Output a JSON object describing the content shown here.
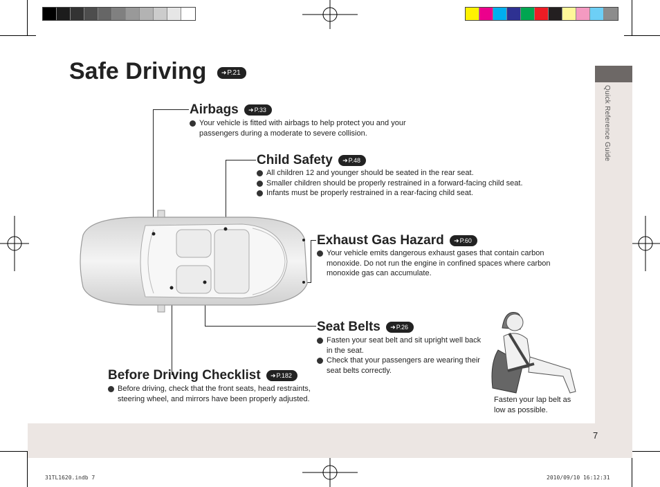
{
  "calibration": {
    "gray_swatches": [
      "#000000",
      "#1c1c1c",
      "#333333",
      "#4d4d4d",
      "#666666",
      "#808080",
      "#999999",
      "#b3b3b3",
      "#cccccc",
      "#e6e6e6",
      "#ffffff"
    ],
    "color_swatches": [
      "#fff200",
      "#ec008c",
      "#00aeef",
      "#2e3192",
      "#00a651",
      "#ed1c24",
      "#231f20",
      "#fff799",
      "#f49ac1",
      "#6dcff6",
      "#8c8c8c"
    ]
  },
  "side_tab": {
    "label": "Quick Reference Guide"
  },
  "page": {
    "title": "Safe Driving",
    "title_ref": "P.21",
    "page_number": "7"
  },
  "sections": {
    "airbags": {
      "title": "Airbags",
      "ref": "P.33",
      "bullets": [
        "Your vehicle is fitted with airbags to help protect you and your passengers during a moderate to severe collision."
      ]
    },
    "child_safety": {
      "title": "Child Safety",
      "ref": "P.48",
      "bullets": [
        "All children 12 and younger should be seated in the rear seat.",
        "Smaller children should be properly restrained in a forward-facing child seat.",
        "Infants must be properly restrained in a rear-facing child seat."
      ]
    },
    "exhaust": {
      "title": "Exhaust Gas Hazard",
      "ref": "P.60",
      "bullets": [
        "Your vehicle emits dangerous exhaust gases that contain carbon monoxide. Do not run the engine in confined spaces where carbon monoxide gas can accumulate."
      ]
    },
    "seat_belts": {
      "title": "Seat Belts",
      "ref": "P.26",
      "bullets": [
        "Fasten your seat belt and sit upright well back in the seat.",
        "Check that your passengers are wearing their seat belts correctly."
      ]
    },
    "checklist": {
      "title": "Before Driving Checklist",
      "ref": "P.182",
      "bullets": [
        "Before driving, check that the front seats, head restraints, steering wheel, and mirrors have been properly adjusted."
      ]
    }
  },
  "illustration": {
    "caption": "Fasten your lap belt as low as possible."
  },
  "footer": {
    "left": "31TL1620.indb    7",
    "right": "2010/09/10    16:12:31"
  }
}
